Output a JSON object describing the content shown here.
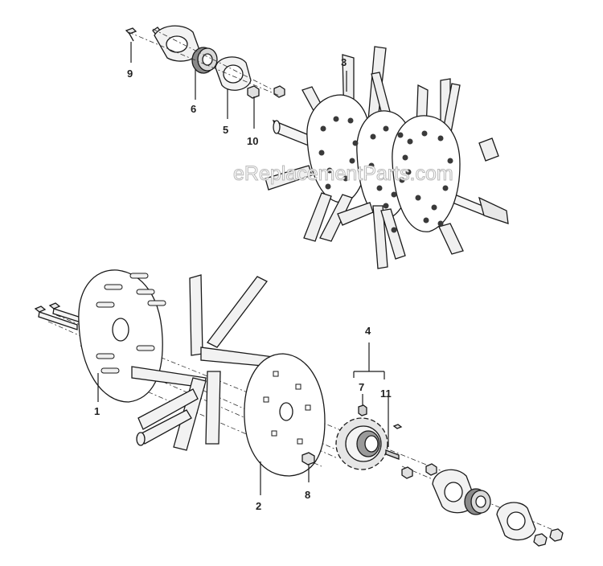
{
  "watermark": "eReplacementParts.com",
  "callouts": [
    {
      "id": "label-1",
      "text": "1"
    },
    {
      "id": "label-2",
      "text": "2"
    },
    {
      "id": "label-3",
      "text": "3"
    },
    {
      "id": "label-4",
      "text": "4"
    },
    {
      "id": "label-5",
      "text": "5"
    },
    {
      "id": "label-6",
      "text": "6"
    },
    {
      "id": "label-7",
      "text": "7"
    },
    {
      "id": "label-8",
      "text": "8"
    },
    {
      "id": "label-9",
      "text": "9"
    },
    {
      "id": "label-10",
      "text": "10"
    },
    {
      "id": "label-11",
      "text": "11"
    }
  ],
  "colors": {
    "line": "#1a1a1a",
    "fill_light": "#f2f2f2",
    "fill_mid": "#d9d9d9",
    "fill_dark": "#8a8a8a",
    "watermark_stroke": "#b8b8b8"
  }
}
